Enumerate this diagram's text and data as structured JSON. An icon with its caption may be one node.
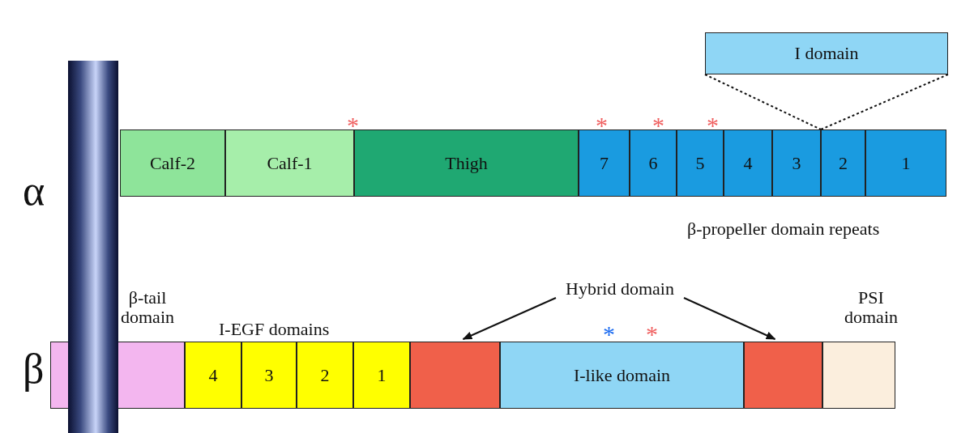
{
  "diagram": {
    "nodes": [
      {
        "text": [
          "Calf-2"
        ]
      },
      {
        "text": [
          "Calf-1"
        ]
      },
      {
        "text": [
          "Thigh"
        ]
      },
      {
        "text": [
          "7"
        ]
      },
      {
        "text": [
          "6"
        ]
      },
      {
        "text": [
          "5"
        ]
      },
      {
        "text": [
          "4"
        ]
      },
      {
        "text": [
          "3"
        ]
      },
      {
        "text": [
          "2"
        ]
      },
      {
        "text": [
          "1"
        ]
      },
      {
        "text": [
          "I domain"
        ]
      },
      {
        "text": [
          "β-tail domain"
        ]
      },
      {
        "text": [
          "4"
        ]
      },
      {
        "text": [
          "3"
        ]
      },
      {
        "text": [
          "2"
        ]
      },
      {
        "text": [
          "1"
        ]
      },
      {
        "text": [],
        "shape": "box"
      },
      {
        "text": [
          "I-like domain"
        ]
      },
      {
        "text": [],
        "shape": "box"
      },
      {
        "text": [
          "PSI domain"
        ]
      },
      {
        "text": [
          "Hybrid domain"
        ]
      },
      {
        "text": [],
        "shape": "bar"
      }
    ],
    "edges": [
      {
        "from": 10,
        "to": 8,
        "arrow": "none",
        "style": "dashed"
      },
      {
        "from": 10,
        "to": 8,
        "arrow": "none",
        "style": "dashed"
      },
      {
        "from": 20,
        "to": 16,
        "arrow": "to"
      },
      {
        "from": 20,
        "to": 18,
        "arrow": "to"
      }
    ],
    "labels": [
      "*",
      "*",
      "*",
      "*",
      "α",
      "β-propeller domain repeats",
      "I-EGF domains",
      "*",
      "*",
      "β"
    ]
  }
}
